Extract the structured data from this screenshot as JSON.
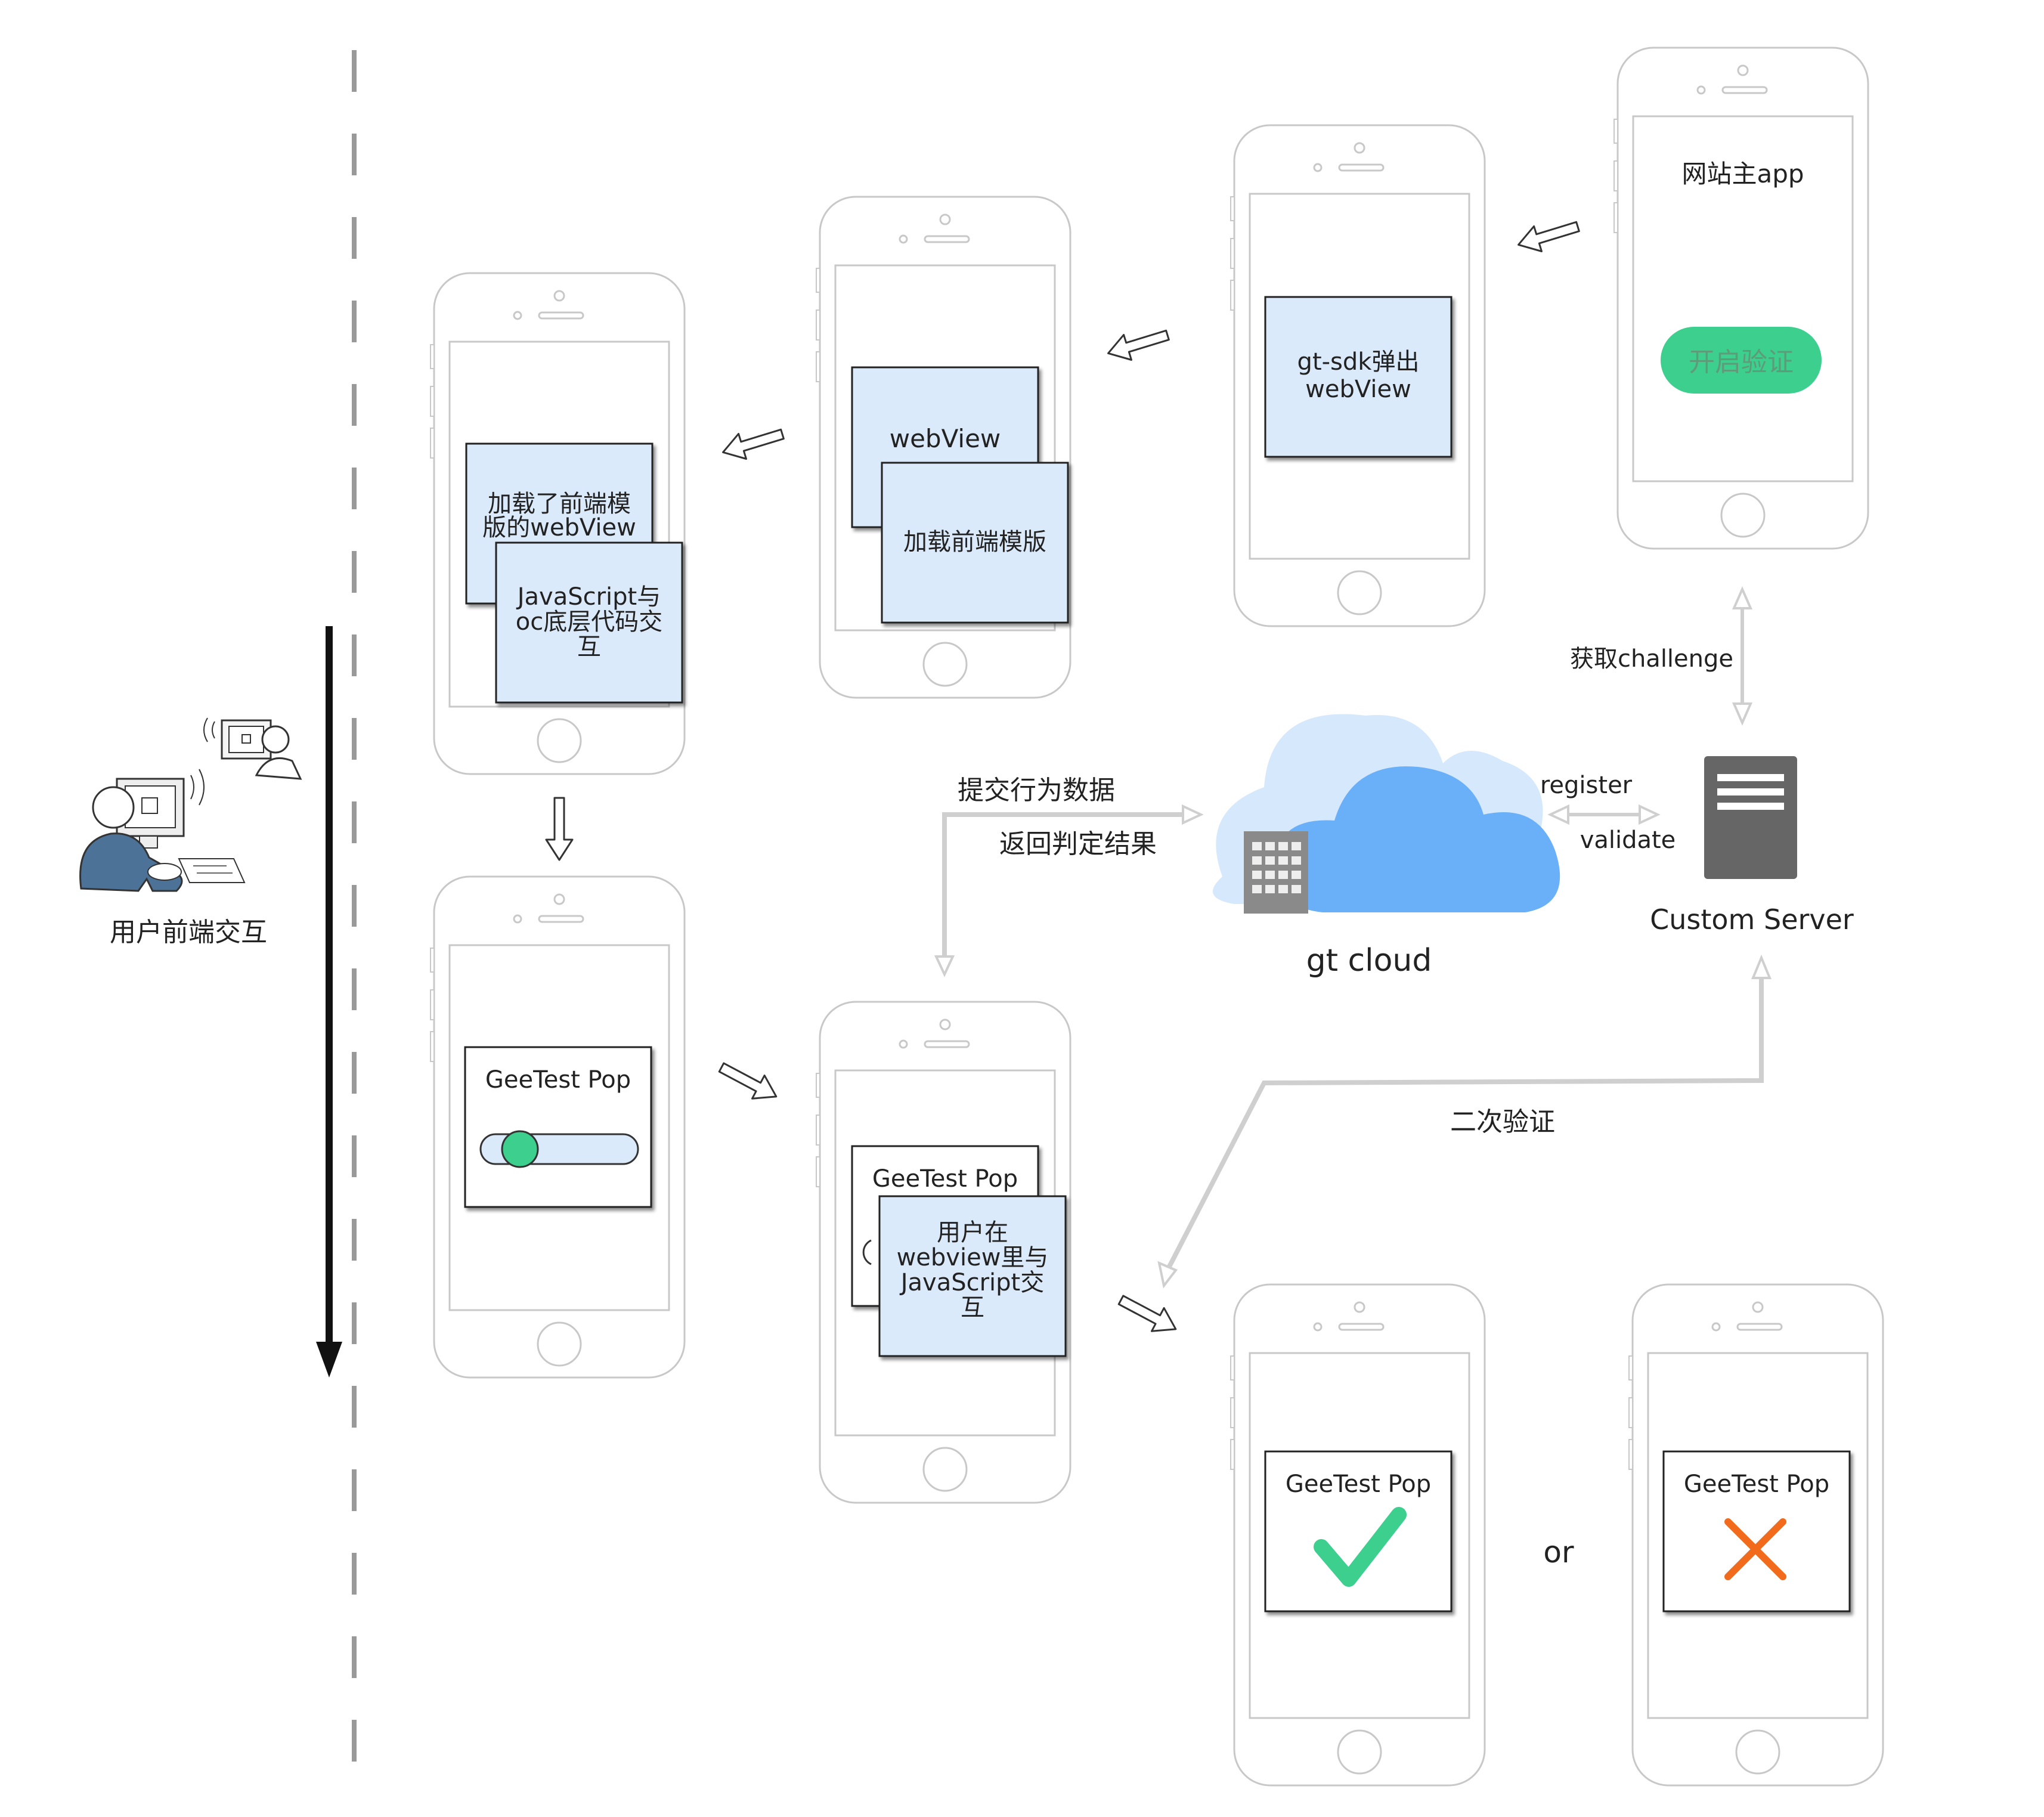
{
  "phones": {
    "owner_app": {
      "title": "网站主app",
      "button_label": "开启验证"
    },
    "sdk": {
      "box_label": [
        "gt-sdk弹出",
        "webView"
      ]
    },
    "load": {
      "back_label": "webView",
      "front_label": "加载前端模版"
    },
    "loaded": {
      "back_label": [
        "加载了前端模",
        "版的webView"
      ],
      "front_label": [
        "JavaScript与",
        "oc底层代码交",
        "互"
      ]
    },
    "pop": {
      "title": "GeeTest Pop"
    },
    "interact": {
      "back_label": "GeeTest Pop",
      "front_label": [
        "用户在",
        "webview里与",
        "JavaScript交",
        "互"
      ]
    },
    "success": {
      "title": "GeeTest Pop",
      "icon": "check-icon"
    },
    "fail": {
      "title": "GeeTest Pop",
      "icon": "cross-icon"
    }
  },
  "labels": {
    "user_interaction": "用户前端交互",
    "get_challenge": "获取challenge",
    "submit_behavior": "提交行为数据",
    "return_result": "返回判定结果",
    "register": "register",
    "validate": "validate",
    "custom_server": "Custom Server",
    "gt_cloud": "gt cloud",
    "second_verify": "二次验证",
    "or": "or"
  },
  "colors": {
    "phone_stroke": "#c8c8c8",
    "box_fill": "#dbeafb",
    "green": "#3dcf8e",
    "orange": "#f26b1d",
    "cloud_front": "#6ab0f8",
    "cloud_back": "#d6e8fb",
    "server": "#666666",
    "connector": "#cfcfcf"
  }
}
